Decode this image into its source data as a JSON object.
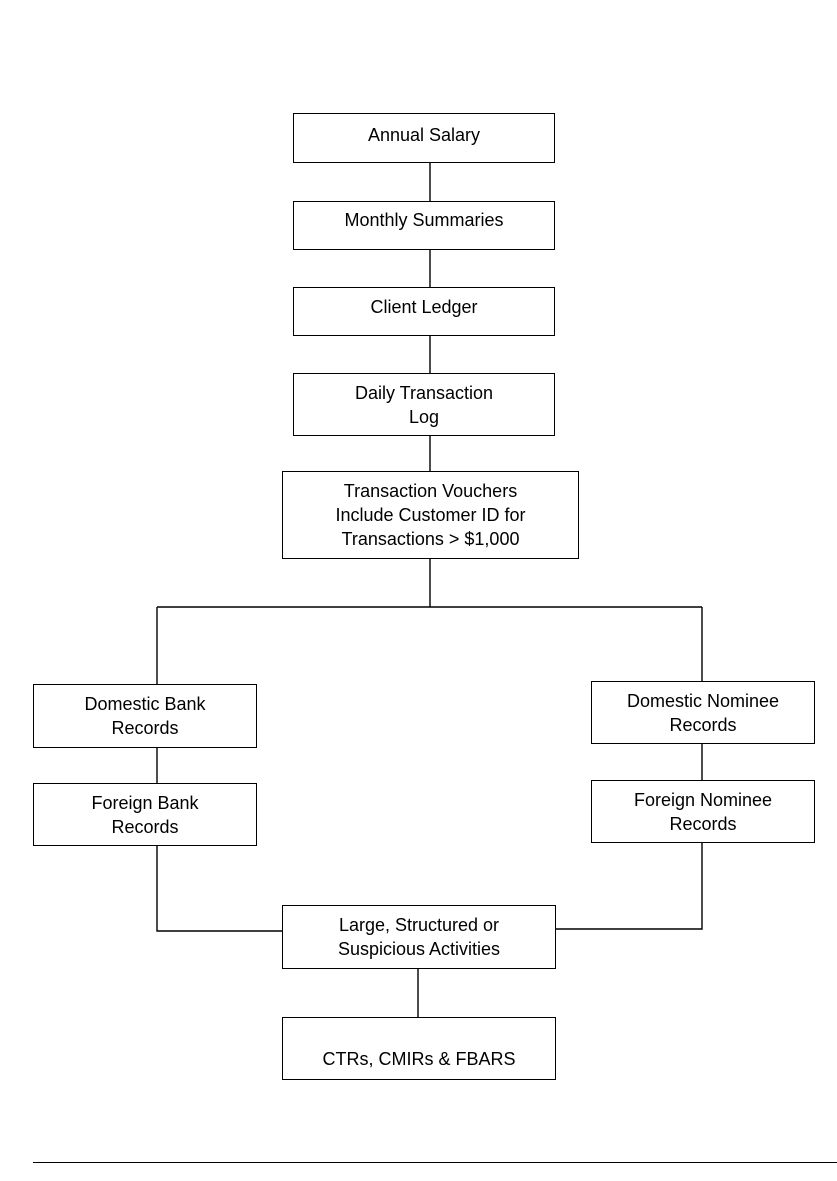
{
  "flowchart": {
    "nodes": {
      "annual_salary": "Annual Salary",
      "monthly_summaries": "Monthly Summaries",
      "client_ledger": "Client Ledger",
      "daily_transaction_log": "Daily Transaction\nLog",
      "transaction_vouchers": "Transaction Vouchers\nInclude Customer ID for\nTransactions > $1,000",
      "domestic_bank_records": "Domestic Bank\nRecords",
      "foreign_bank_records": "Foreign Bank\nRecords",
      "domestic_nominee_records": "Domestic Nominee\nRecords",
      "foreign_nominee_records": "Foreign Nominee\nRecords",
      "large_structured_suspicious": "Large, Structured or\nSuspicious Activities",
      "ctrs_cmirs_fbars": "CTRs, CMIRs & FBARS"
    }
  }
}
